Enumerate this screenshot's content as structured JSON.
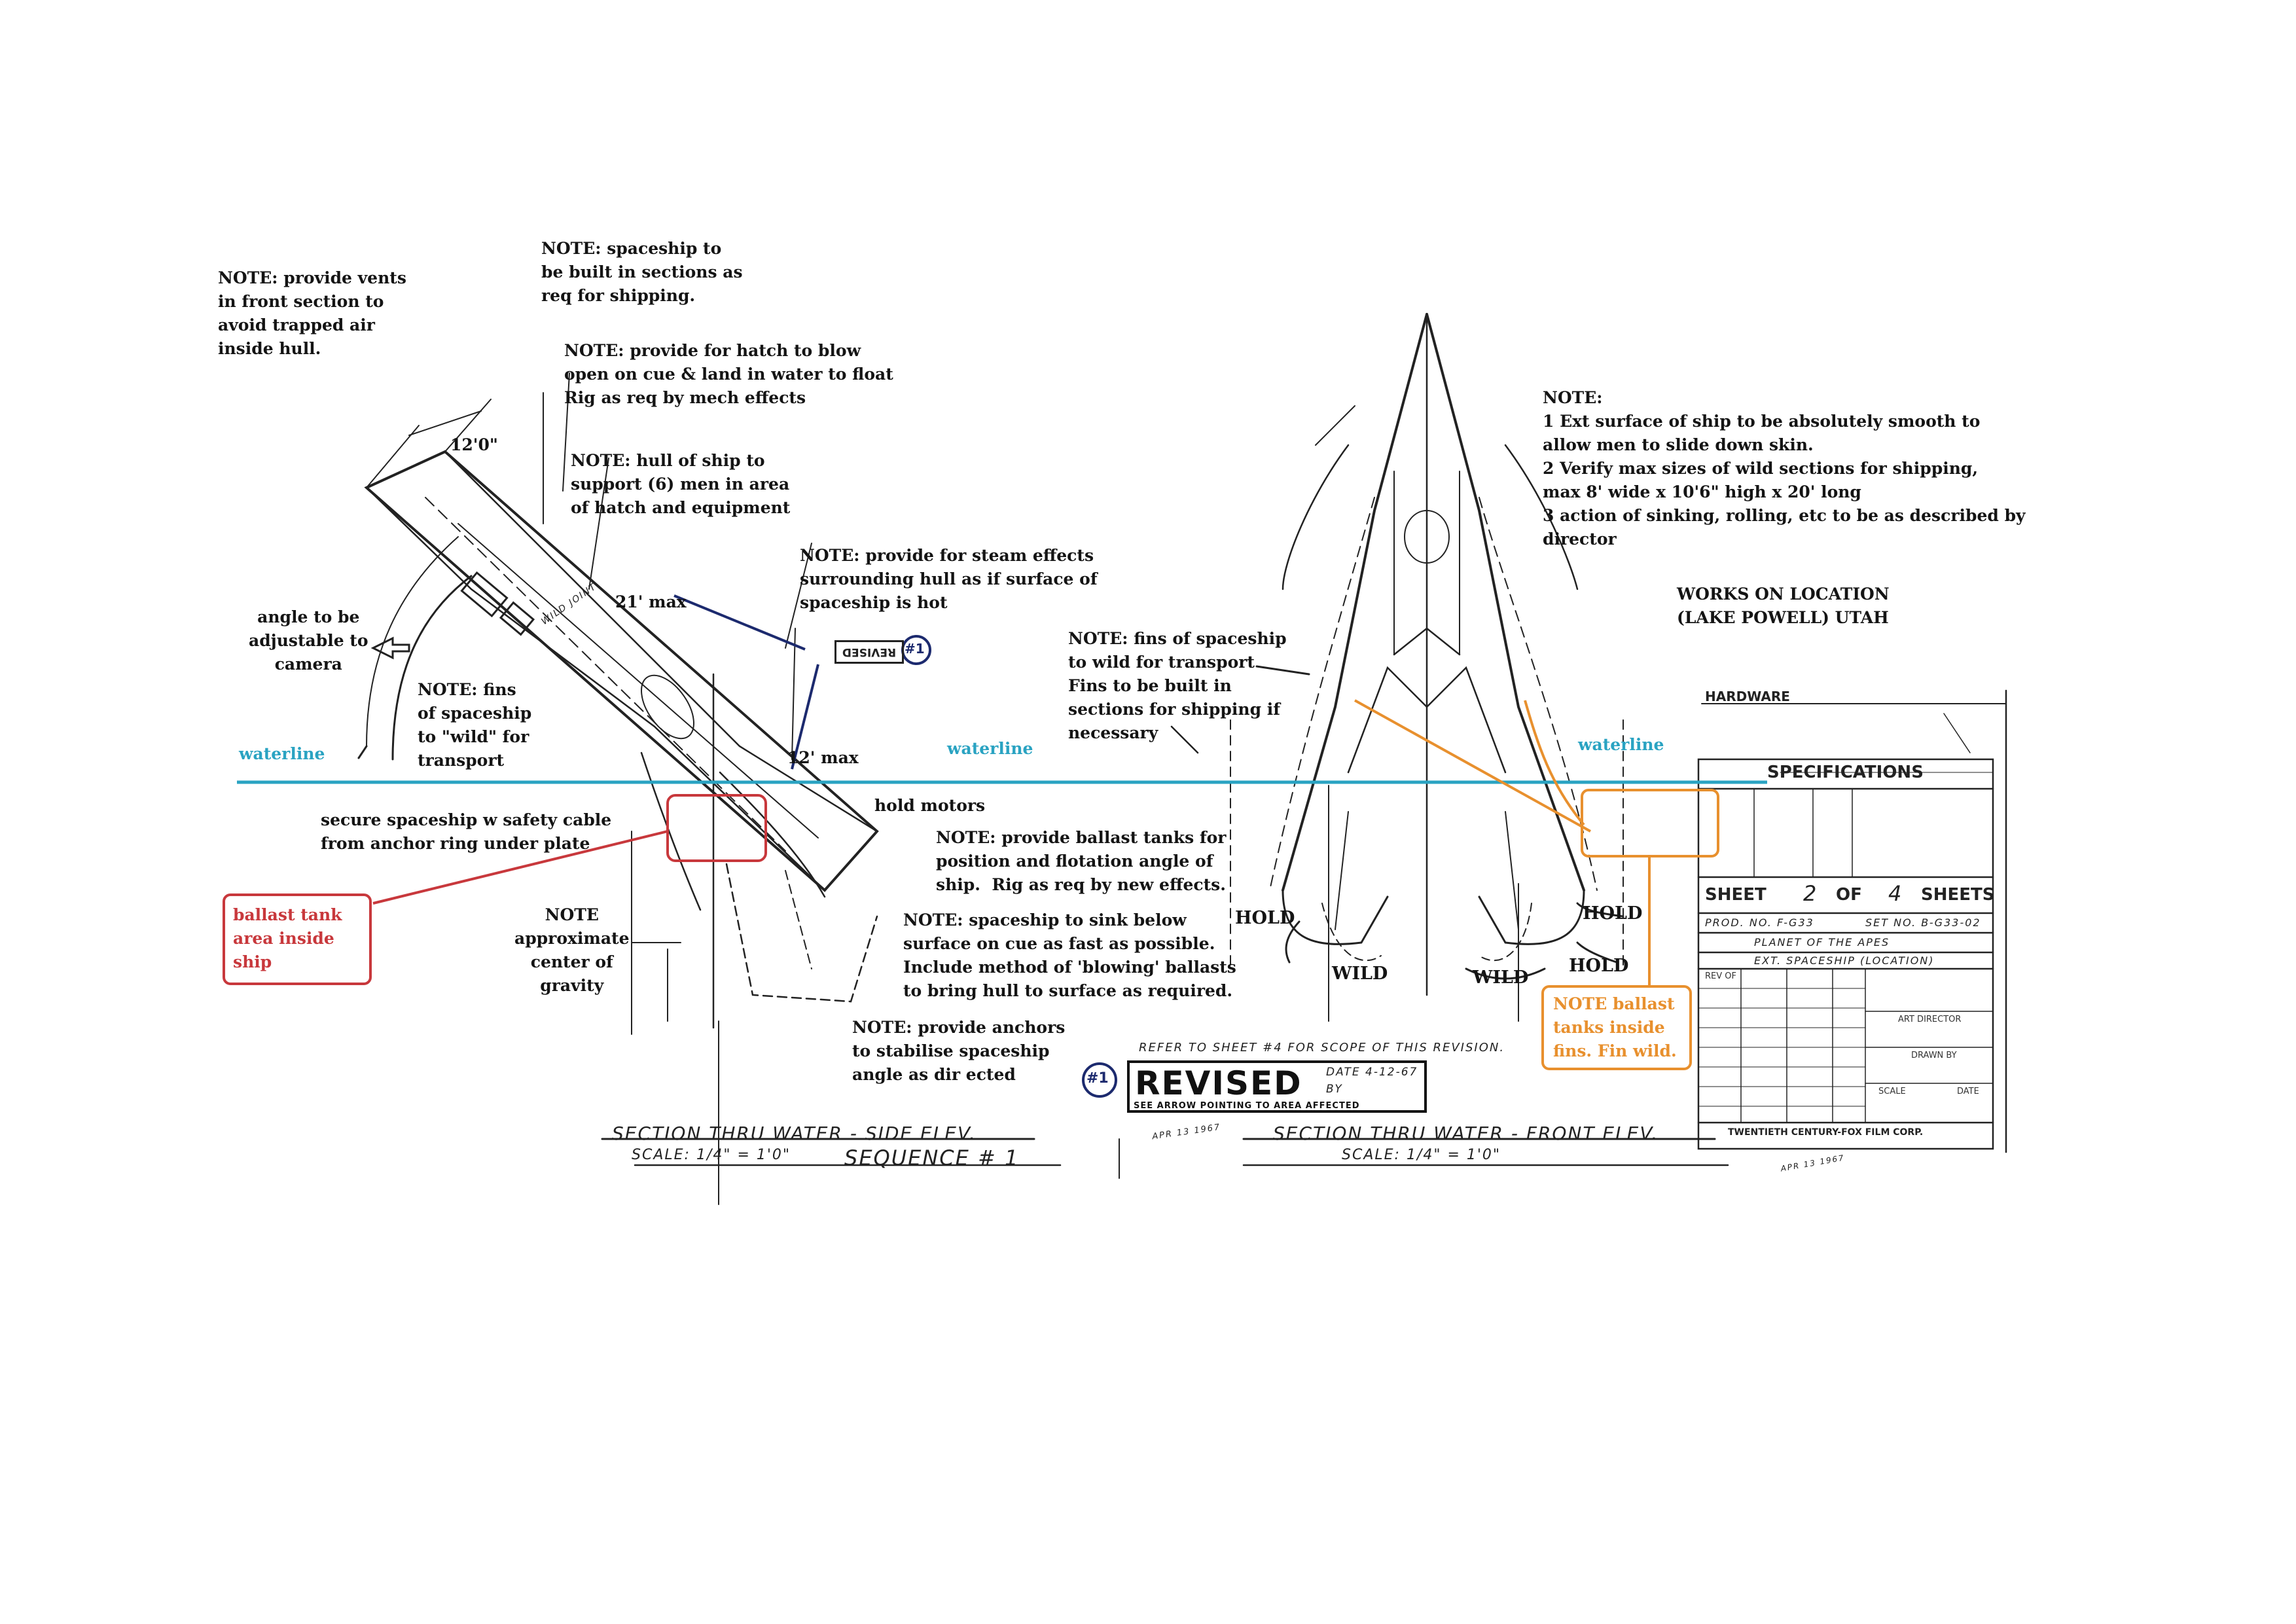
{
  "colors": {
    "waterline": "#2aa3c2",
    "red_note": "#c8383c",
    "orange_note": "#e8902e",
    "blue_mark": "#1c2a6e",
    "ink": "#141414"
  },
  "notes": {
    "vents": "NOTE: provide vents\nin front section to\navoid trapped air\ninside hull.",
    "sections": "NOTE: spaceship to\nbe built in sections as\nreq for shipping.",
    "hatch_line1": "NOTE: provide for hatch to blow\nopen on cue & land in water to float",
    "hatch_line2": "Rig as req by mech effects",
    "hull": "NOTE: hull of ship to\nsupport (6) men in area\nof hatch and equipment",
    "steam": "NOTE: provide for steam effects\nsurrounding hull as if surface of\nspaceship is hot",
    "angle": "angle to be\nadjustable to\ncamera",
    "fins_wild": "NOTE: fins\nof spaceship\nto \"wild\" for\ntransport",
    "fins_transport": "NOTE: fins of spaceship\nto wild for transport\nFins to be built in\nsections for shipping if\nnecessary",
    "safety_cable": "secure spaceship w safety cable\nfrom anchor ring under plate",
    "hold_motors": "hold motors",
    "ballast": "NOTE: provide ballast tanks for\nposition and flotation angle of\nship.  Rig as req by new effects.",
    "gravity": "NOTE\napproximate\ncenter of\ngravity",
    "sink": "NOTE: spaceship to sink below\nsurface on cue as fast as possible.\nInclude method of 'blowing' ballasts\nto bring hull to surface as required.",
    "anchors": "NOTE: provide anchors\nto stabilise spaceship\nangle as dir ected",
    "general": "NOTE:\n1 Ext surface of ship to be absolutely smooth to\nallow men to slide down skin.\n2 Verify max sizes of wild sections for shipping,\nmax 8' wide x 10'6\" high x 20' long\n3 action of sinking, rolling, etc to be as described by\ndirector",
    "location": "WORKS ON LOCATION\n(LAKE POWELL) UTAH",
    "ballast_tank_area": "ballast tank\narea inside\nship",
    "ballast_fins": "NOTE ballast\ntanks inside\nfins. Fin wild."
  },
  "labels": {
    "waterline": "waterline",
    "dim_12": "12'0\"",
    "dim_21": "21' max",
    "dim_12max": "12' max",
    "hold": "HOLD",
    "wild": "WILD",
    "revision_mark": "#1"
  },
  "drawing_text": {
    "section_side": "SECTION THRU WATER - SIDE ELEV.",
    "scale_side": "SCALE: 1/4\" = 1'0\"",
    "sequence": "SEQUENCE # 1",
    "section_front": "SECTION THRU WATER - FRONT ELEV.",
    "scale_front": "SCALE: 1/4\" = 1'0\"",
    "refer": "REFER TO SHEET #4 FOR SCOPE OF THIS REVISION.",
    "revised": "REVISED",
    "revised_date": "DATE 4-12-67",
    "revised_by": "BY",
    "revised_arrow": "SEE ARROW POINTING TO AREA AFFECTED",
    "received": "APR 13 1967",
    "small_revised": "REVISED",
    "wild_joint": "WILD JOINT"
  },
  "title_block": {
    "hardware": "HARDWARE",
    "specifications": "SPECIFICATIONS",
    "sheet": "SHEET",
    "sheet_no": "2",
    "of": "OF",
    "sheet_total": "4",
    "sheets": "SHEETS",
    "prod_no": "PROD. NO. F-G33",
    "set_no": "SET NO. B-G33-02",
    "picture": "PLANET OF THE APES",
    "set_name": "EXT. SPACESHIP (LOCATION)",
    "rev_of": "REV OF",
    "art_director": "ART DIRECTOR",
    "drawn_by": "DRAWN BY",
    "scale": "SCALE",
    "date": "DATE",
    "company": "TWENTIETH CENTURY-FOX FILM CORP.",
    "stamp_date": "APR 13 1967"
  }
}
